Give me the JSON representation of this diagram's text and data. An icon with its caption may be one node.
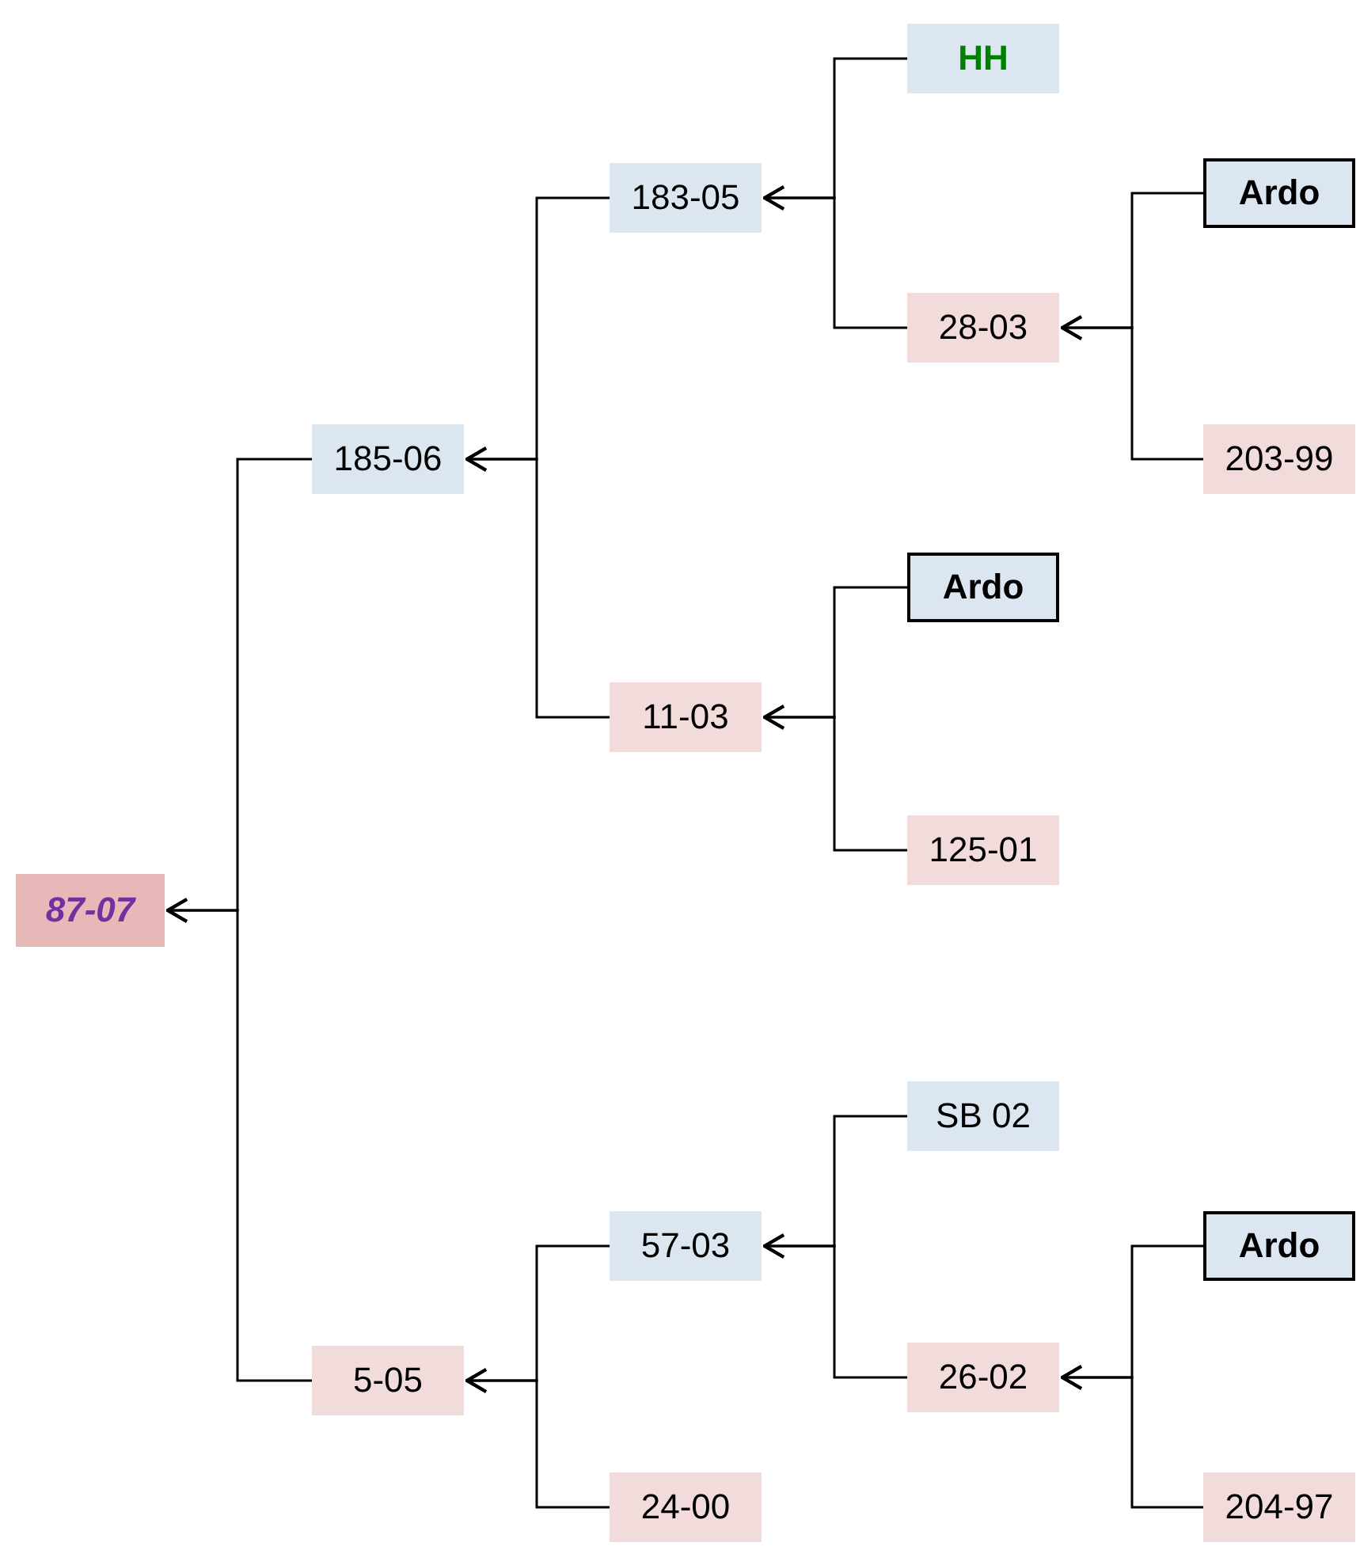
{
  "diagram": {
    "nodes": [
      {
        "text": [
          "87-07"
        ]
      },
      {
        "text": [
          "185-06"
        ]
      },
      {
        "text": [
          "5-05"
        ]
      },
      {
        "text": [
          "183-05"
        ]
      },
      {
        "text": [
          "11-03"
        ]
      },
      {
        "text": [
          "57-03"
        ]
      },
      {
        "text": [
          "24-00"
        ]
      },
      {
        "text": [
          "HH"
        ]
      },
      {
        "text": [
          "28-03"
        ]
      },
      {
        "text": [
          "Ardo"
        ]
      },
      {
        "text": [
          "125-01"
        ]
      },
      {
        "text": [
          "SB 02"
        ]
      },
      {
        "text": [
          "26-02"
        ]
      },
      {
        "text": [
          "Ardo"
        ]
      },
      {
        "text": [
          "203-99"
        ]
      },
      {
        "text": [
          "Ardo"
        ]
      },
      {
        "text": [
          "204-97"
        ]
      }
    ],
    "edges": [
      {
        "from": 1,
        "to": 0,
        "arrow": "to"
      },
      {
        "from": 2,
        "to": 0,
        "arrow": "to"
      },
      {
        "from": 3,
        "to": 1,
        "arrow": "to"
      },
      {
        "from": 4,
        "to": 1,
        "arrow": "to"
      },
      {
        "from": 5,
        "to": 2,
        "arrow": "to"
      },
      {
        "from": 6,
        "to": 2,
        "arrow": "to"
      },
      {
        "from": 7,
        "to": 3,
        "arrow": "to"
      },
      {
        "from": 8,
        "to": 3,
        "arrow": "to"
      },
      {
        "from": 13,
        "to": 8,
        "arrow": "to"
      },
      {
        "from": 14,
        "to": 8,
        "arrow": "to"
      },
      {
        "from": 9,
        "to": 4,
        "arrow": "to"
      },
      {
        "from": 10,
        "to": 4,
        "arrow": "to"
      },
      {
        "from": 11,
        "to": 5,
        "arrow": "to"
      },
      {
        "from": 12,
        "to": 5,
        "arrow": "to"
      },
      {
        "from": 15,
        "to": 12,
        "arrow": "to"
      },
      {
        "from": 16,
        "to": 12,
        "arrow": "to"
      }
    ]
  }
}
